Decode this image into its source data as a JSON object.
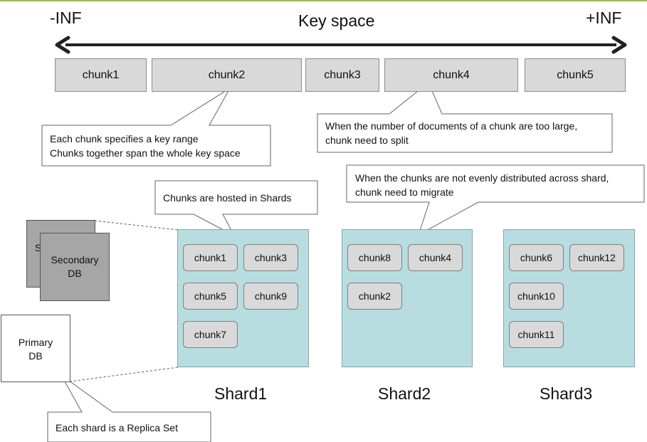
{
  "keyspace": {
    "left": "-INF",
    "title": "Key space",
    "right": "+INF"
  },
  "chunks_bar": [
    "chunk1",
    "chunk2",
    "chunk3",
    "chunk4",
    "chunk5"
  ],
  "callouts": {
    "key_range": [
      "Each chunk specifies a key range",
      "Chunks together span the whole key space"
    ],
    "split": [
      "When the number of documents of a chunk are too large,",
      "chunk need to split"
    ],
    "migrate": [
      "When the chunks are not evenly distributed across shard,",
      "chunk need to migrate"
    ],
    "hosted": "Chunks are hosted in Shards",
    "replica": "Each shard is a Replica Set"
  },
  "shards": [
    {
      "label": "Shard1",
      "chunks": [
        "chunk1",
        "chunk3",
        "chunk5",
        "chunk9",
        "chunk7"
      ]
    },
    {
      "label": "Shard2",
      "chunks": [
        "chunk8",
        "chunk4",
        "chunk2"
      ]
    },
    {
      "label": "Shard3",
      "chunks": [
        "chunk6",
        "chunk12",
        "chunk10",
        "chunk11"
      ]
    }
  ],
  "replica_set": {
    "secondary_back": "S",
    "secondary": [
      "Secondary",
      "DB"
    ],
    "primary": [
      "Primary",
      "DB"
    ]
  },
  "colors": {
    "shard_fill": "#b7dde1",
    "chunk_fill": "#d9d9d9",
    "db_fill": "#a6a6a6",
    "accent_line": "#9bbb59"
  }
}
